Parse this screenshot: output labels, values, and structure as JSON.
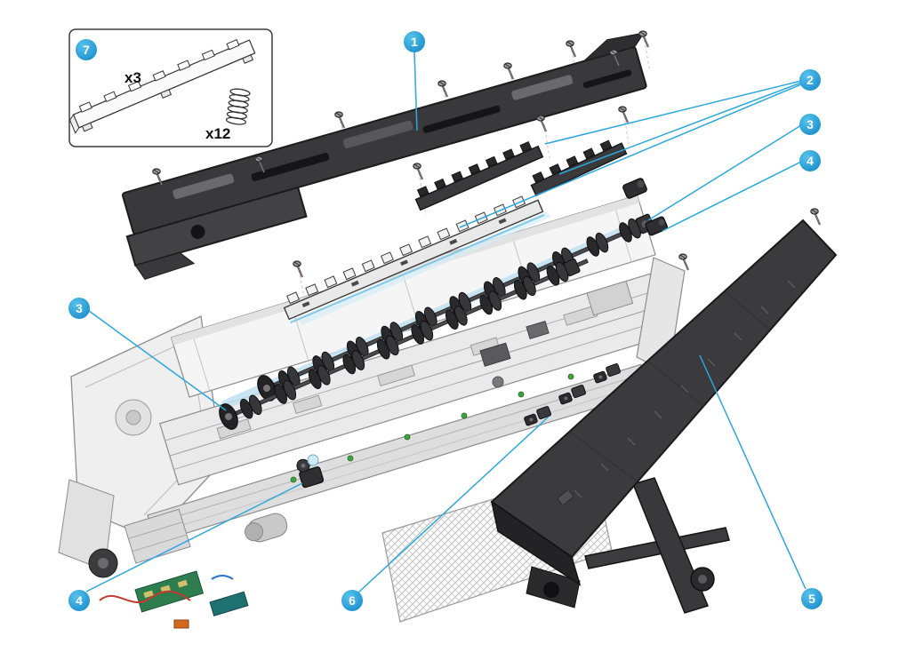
{
  "diagram": {
    "type": "exploded-parts-diagram",
    "accent_color": "#2aa7df",
    "background_color": "#ffffff",
    "part_dark_color": "#3a3a3c",
    "callouts": {
      "inset_kit": {
        "label": "7"
      },
      "top_cover": {
        "label": "1"
      },
      "rail_set": {
        "label": "2"
      },
      "roller_shaft_right": {
        "label": "3"
      },
      "end_bracket_right": {
        "label": "4"
      },
      "roller_shaft_left": {
        "label": "3"
      },
      "pinch_bracket_left": {
        "label": "4"
      },
      "center_holders": {
        "label": "6"
      },
      "output_platen": {
        "label": "5"
      }
    },
    "inset": {
      "bracket_quantity": "x3",
      "spring_quantity": "x12"
    }
  }
}
